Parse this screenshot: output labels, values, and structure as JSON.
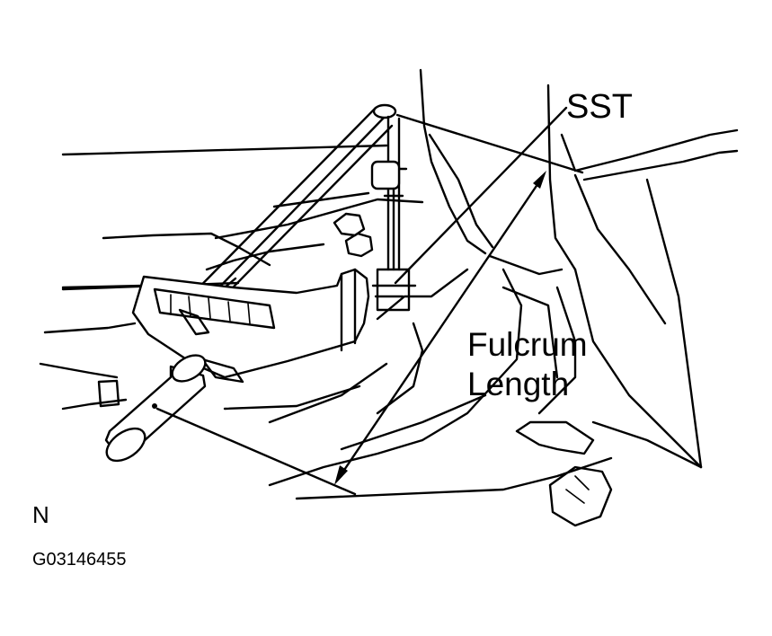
{
  "labels": {
    "sst": "SST",
    "fulcrum_line1": "Fulcrum",
    "fulcrum_line2": "Length",
    "view_code": "N",
    "figure_id": "G03146455"
  },
  "colors": {
    "ink": "#000000",
    "paper": "#ffffff"
  }
}
